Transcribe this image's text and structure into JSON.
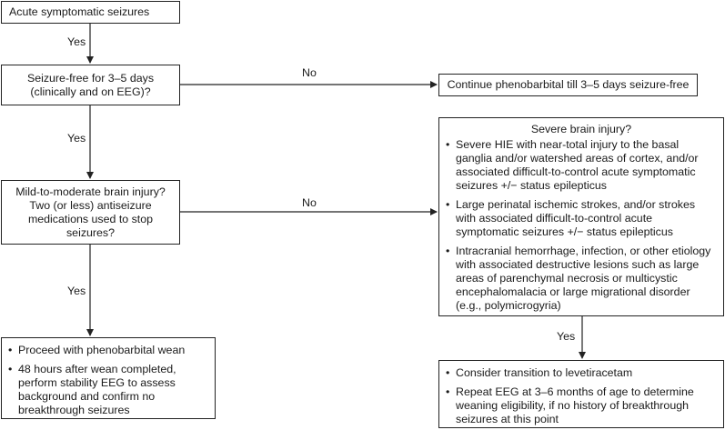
{
  "nodes": {
    "start": {
      "text": "Acute symptomatic seizures"
    },
    "seizure_free": {
      "lines": [
        "Seizure-free for 3–5 days",
        "(clinically and on EEG)?"
      ]
    },
    "continue": {
      "text": "Continue phenobarbital till 3–5 days seizure-free"
    },
    "mild": {
      "lines": [
        "Mild-to-moderate brain injury?",
        "Two (or less) antiseizure",
        "medications used to stop",
        "seizures?"
      ]
    },
    "severe": {
      "title": "Severe brain injury?",
      "bullets": [
        "Severe HIE with near-total injury to the basal ganglia and/or watershed areas of cortex, and/or associated difficult-to-control acute symptomatic seizures +/− status epilepticus",
        "Large perinatal ischemic strokes, and/or strokes with associated difficult-to-control acute symptomatic seizures +/− status epilepticus",
        "Intracranial hemorrhage, infection, or other etiology with associated destructive lesions such as large areas of parenchymal necrosis or multicystic encephalomalacia or large migrational disorder (e.g., polymicrogyria)"
      ]
    },
    "wean": {
      "bullets": [
        "Proceed with phenobarbital wean",
        "48 hours after wean completed, perform stability EEG to assess background and confirm no breakthrough seizures"
      ]
    },
    "transition": {
      "bullets": [
        "Consider transition to levetiracetam",
        "Repeat EEG at 3–6 months of age to determine weaning eligibility, if no history of breakthrough seizures at this point"
      ]
    }
  },
  "edge_labels": {
    "start_to_seizure_free": "Yes",
    "seizure_free_to_continue": "No",
    "seizure_free_to_mild": "Yes",
    "mild_to_severe": "No",
    "mild_to_wean": "Yes",
    "severe_to_transition": "Yes"
  },
  "colors": {
    "line": "#222222",
    "text": "#1a1a1a"
  }
}
